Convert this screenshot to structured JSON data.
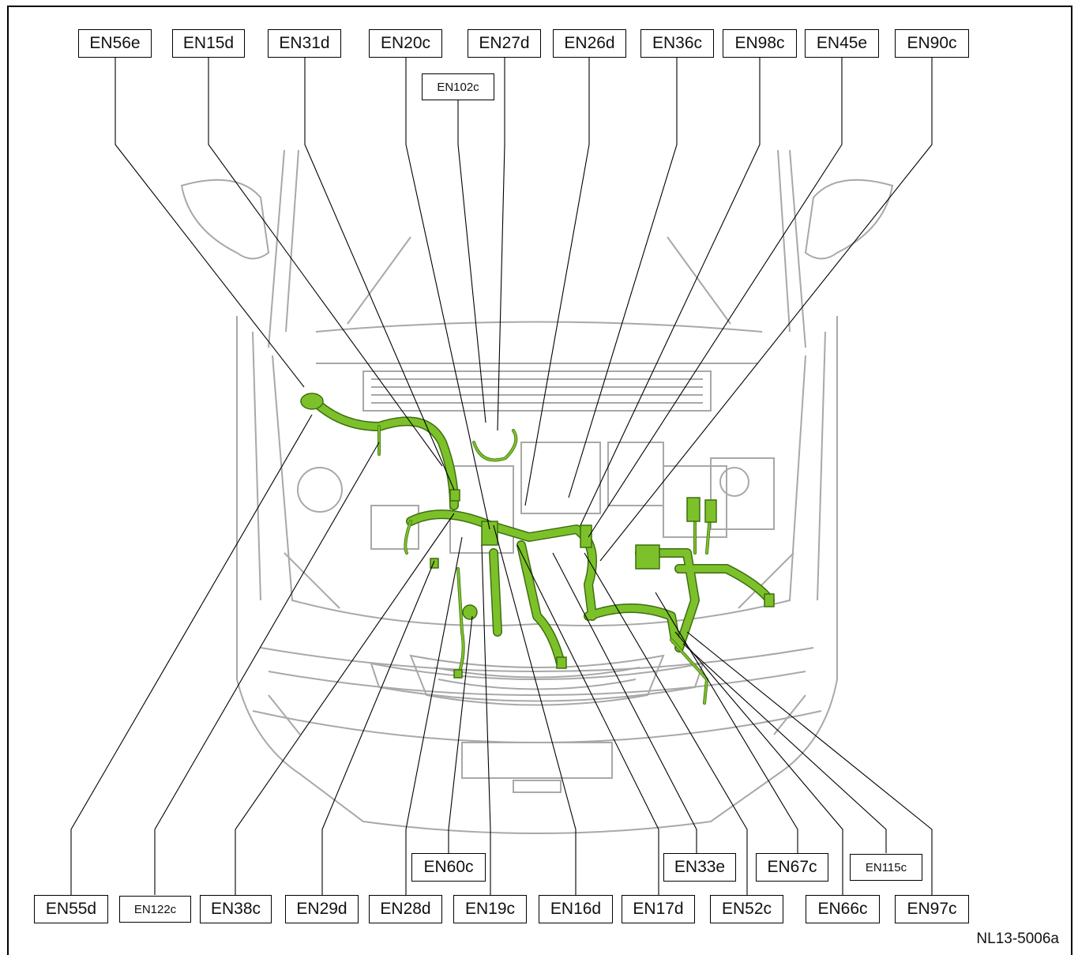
{
  "top_labels": [
    "EN56e",
    "EN15d",
    "EN31d",
    "EN20c",
    "EN27d",
    "EN26d",
    "EN36c",
    "EN98c",
    "EN45e",
    "EN90c"
  ],
  "top_small_label": "EN102c",
  "mid_labels": [
    "EN60c",
    "EN33e",
    "EN67c",
    "EN115c"
  ],
  "bottom_labels": [
    "EN55d",
    "EN122c",
    "EN38c",
    "EN29d",
    "EN28d",
    "EN19c",
    "EN16d",
    "EN17d",
    "EN52c",
    "EN66c",
    "EN97c"
  ],
  "figure_id": "NL13-5006a",
  "colors": {
    "harness": "#7dc12a",
    "harness_dark": "#3d6e10",
    "vehicle_line": "#a8a8a8",
    "leader": "#000000"
  }
}
